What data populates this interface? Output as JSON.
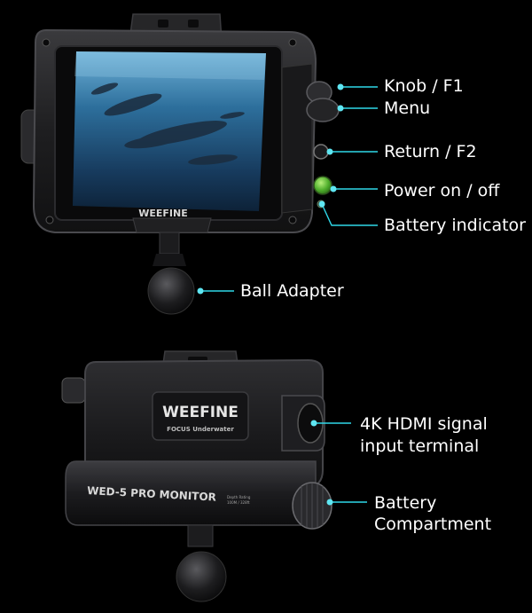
{
  "front_view": {
    "brand_logo": "WEEFINE",
    "callouts": [
      {
        "id": "knob",
        "label": "Knob / F1"
      },
      {
        "id": "menu",
        "label": "Menu"
      },
      {
        "id": "return",
        "label": "Return / F2"
      },
      {
        "id": "power",
        "label": "Power on / off"
      },
      {
        "id": "battery-indicator",
        "label": "Battery indicator"
      },
      {
        "id": "ball-adapter",
        "label": "Ball Adapter"
      }
    ]
  },
  "back_view": {
    "brand_logo": "WEEFINE",
    "brand_tagline": "FOCUS Underwater",
    "model_name": "WED-5 PRO MONITOR",
    "depth_rating": [
      "Depth Rating",
      "100M / 328ft"
    ],
    "callouts": [
      {
        "id": "hdmi",
        "label_lines": [
          "4K HDMI signal",
          "input terminal"
        ]
      },
      {
        "id": "battery-compartment",
        "label_lines": [
          "Battery",
          "Compartment"
        ]
      }
    ]
  },
  "colors": {
    "background": "#000000",
    "callout_line": "#2fd8e8",
    "callout_dot": "#5fe6f2",
    "label_text": "#ffffff",
    "housing": "#1c1c1e",
    "power_button": "#5fbf3a"
  }
}
